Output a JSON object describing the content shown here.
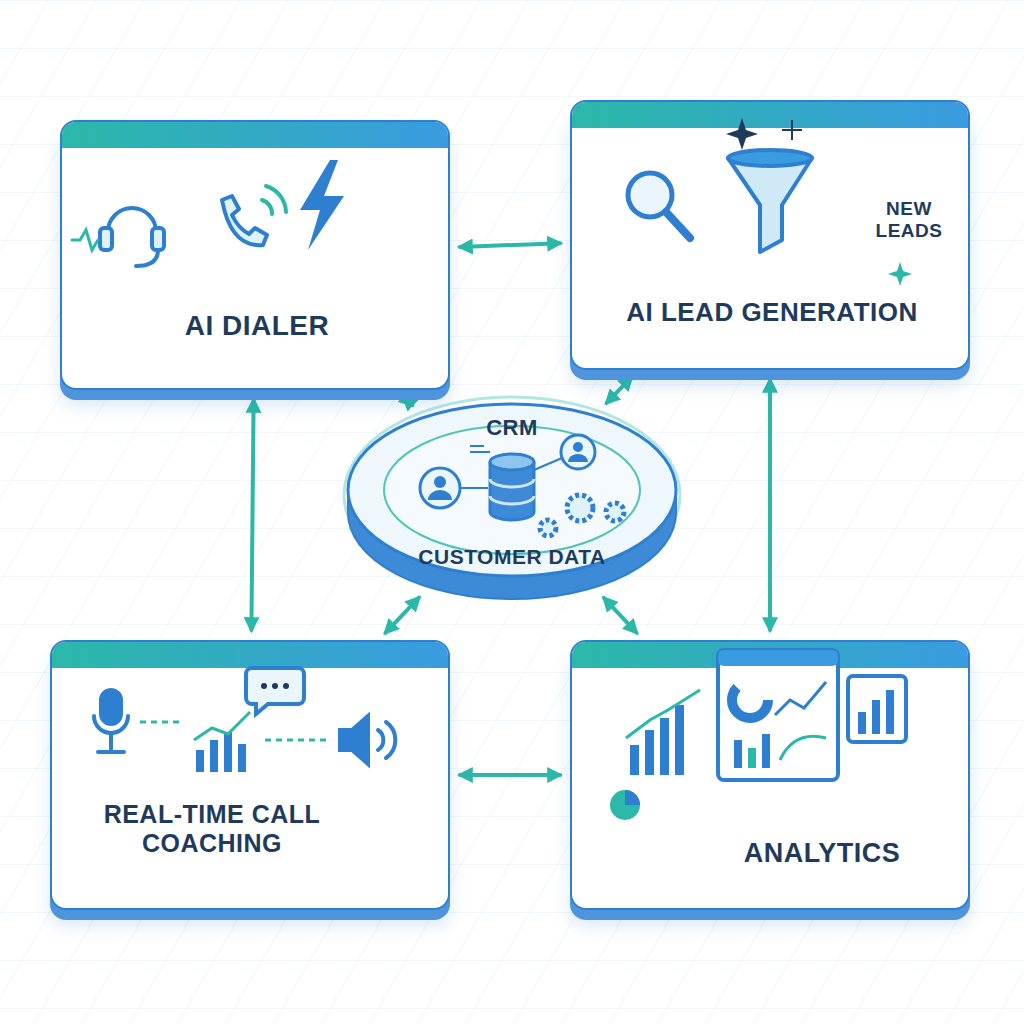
{
  "diagram": {
    "nodes": [
      {
        "text": [
          "AI DIALER"
        ]
      },
      {
        "text": [
          "AI LEAD GENERATION",
          "NEW LEADS"
        ]
      },
      {
        "text": [
          "CRM",
          "CUSTOMER DATA"
        ]
      },
      {
        "text": [
          "REAL-TIME CALL COACHING"
        ]
      },
      {
        "text": [
          "ANALYTICS"
        ]
      }
    ],
    "edges": [
      {
        "from": 0,
        "to": 1,
        "arrow": "both"
      },
      {
        "from": 0,
        "to": 2,
        "arrow": "both"
      },
      {
        "from": 1,
        "to": 2,
        "arrow": "both"
      },
      {
        "from": 0,
        "to": 3,
        "arrow": "both"
      },
      {
        "from": 1,
        "to": 4,
        "arrow": "both"
      },
      {
        "from": 3,
        "to": 2,
        "arrow": "both"
      },
      {
        "from": 4,
        "to": 2,
        "arrow": "both"
      },
      {
        "from": 3,
        "to": 4,
        "arrow": "both"
      }
    ]
  }
}
